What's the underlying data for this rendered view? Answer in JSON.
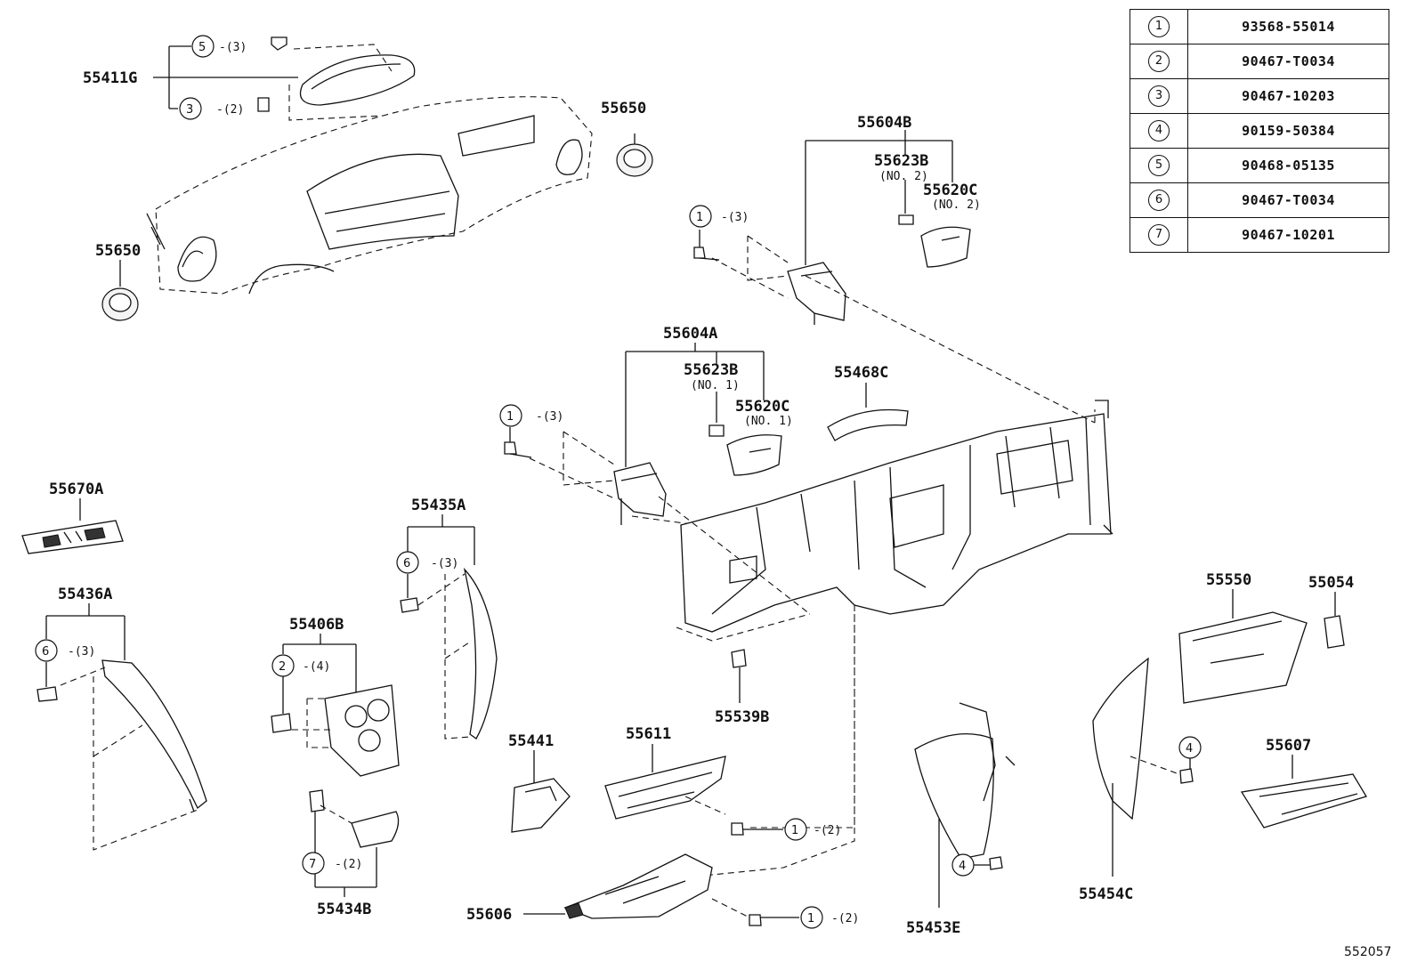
{
  "legend": [
    {
      "num": "1",
      "code": "93568-55014"
    },
    {
      "num": "2",
      "code": "90467-T0034"
    },
    {
      "num": "3",
      "code": "90467-10203"
    },
    {
      "num": "4",
      "code": "90159-50384"
    },
    {
      "num": "5",
      "code": "90468-05135"
    },
    {
      "num": "6",
      "code": "90467-T0034"
    },
    {
      "num": "7",
      "code": "90467-10201"
    }
  ],
  "parts": {
    "p55411G": "55411G",
    "p55650_top": "55650",
    "p55650_left": "55650",
    "p55604B": "55604B",
    "p55623B_no2": "55623B",
    "p55620C_no2": "55620C",
    "p55604A": "55604A",
    "p55623B_no1": "55623B",
    "p55620C_no1": "55620C",
    "p55468C": "55468C",
    "p55670A": "55670A",
    "p55435A": "55435A",
    "p55436A": "55436A",
    "p55406B": "55406B",
    "p55539B": "55539B",
    "p55441": "55441",
    "p55611": "55611",
    "p55550": "55550",
    "p55054": "55054",
    "p55607": "55607",
    "p55453E": "55453E",
    "p55454C": "55454C",
    "p55434B": "55434B",
    "p55606": "55606"
  },
  "sublabels": {
    "no1_a": "(NO. 1)",
    "no1_b": "(NO. 1)",
    "no2_a": "(NO. 2)",
    "no2_b": "(NO. 2)"
  },
  "callouts": {
    "c5_top": {
      "num": "5",
      "qty": "-(3)"
    },
    "c3_top": {
      "num": "3",
      "qty": "-(2)"
    },
    "c1_b": {
      "num": "1",
      "qty": "-(3)"
    },
    "c1_a": {
      "num": "1",
      "qty": "-(3)"
    },
    "c6_435": {
      "num": "6",
      "qty": "-(3)"
    },
    "c6_436": {
      "num": "6",
      "qty": "-(3)"
    },
    "c2_406": {
      "num": "2",
      "qty": "-(4)"
    },
    "c7_434": {
      "num": "7",
      "qty": "-(2)"
    },
    "c1_611": {
      "num": "1",
      "qty": "-(2)"
    },
    "c1_606": {
      "num": "1",
      "qty": "-(2)"
    },
    "c4_453": {
      "num": "4",
      "qty": ""
    },
    "c4_454": {
      "num": "4",
      "qty": ""
    }
  },
  "diagram_id": "552057"
}
